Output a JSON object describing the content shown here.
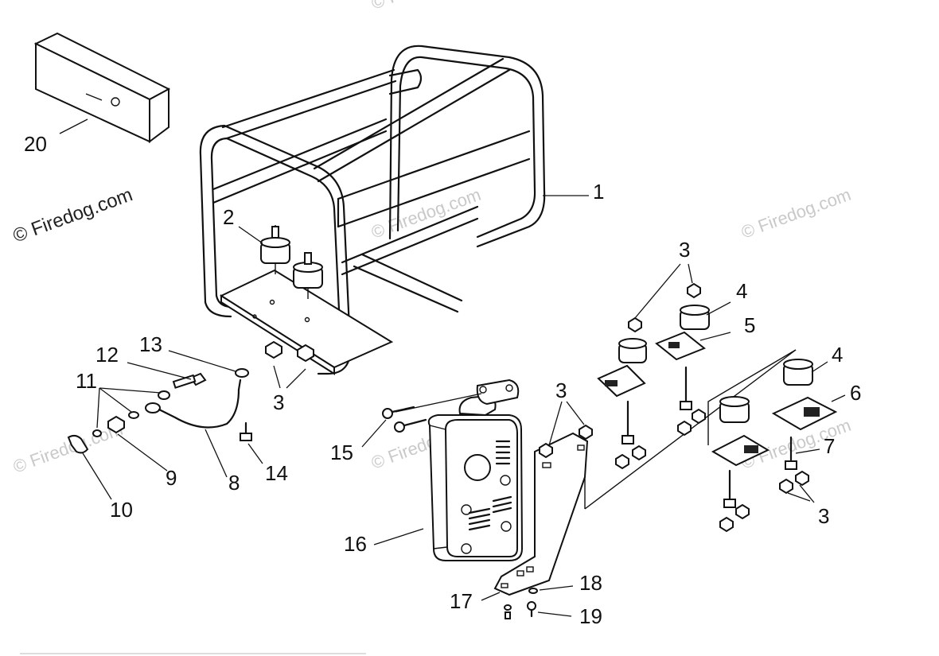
{
  "watermarks": [
    "© Firedog.com",
    "© Firedog.com",
    "© Firedog.com",
    "© Firedog.com",
    "© Firedog.com",
    "© Firedog.com",
    "© Firedog.com"
  ],
  "callouts": [
    "1",
    "2",
    "3",
    "3",
    "3",
    "3",
    "4",
    "4",
    "5",
    "6",
    "7",
    "8",
    "9",
    "10",
    "11",
    "12",
    "13",
    "14",
    "15",
    "16",
    "17",
    "18",
    "19",
    "20"
  ]
}
